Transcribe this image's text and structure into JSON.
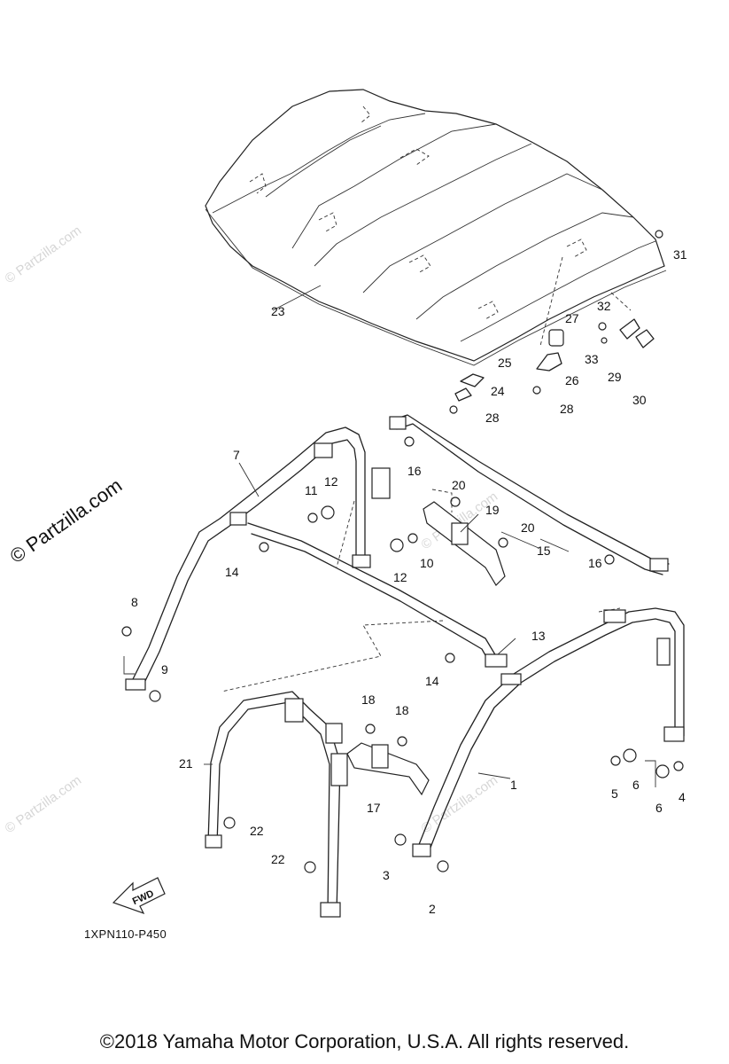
{
  "watermark": {
    "main": "© Partzilla.com",
    "faint": "© Partzilla.com"
  },
  "diagram": {
    "code": "1XPN110-P450",
    "fwd_label": "FWD",
    "callouts": [
      "1",
      "2",
      "3",
      "4",
      "5",
      "6",
      "6",
      "7",
      "8",
      "9",
      "10",
      "11",
      "12",
      "12",
      "13",
      "14",
      "14",
      "15",
      "16",
      "16",
      "17",
      "18",
      "18",
      "19",
      "20",
      "20",
      "21",
      "22",
      "22",
      "23",
      "24",
      "25",
      "26",
      "27",
      "28",
      "28",
      "29",
      "30",
      "31",
      "32",
      "33"
    ]
  },
  "footer": {
    "copyright": "©2018  Yamaha Motor Corporation, U.S.A. All rights reserved."
  }
}
